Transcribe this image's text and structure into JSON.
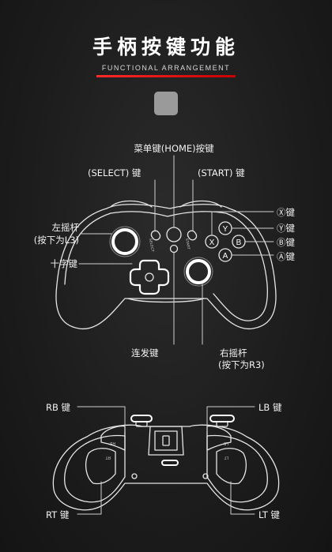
{
  "header": {
    "title": "手柄按键功能",
    "subtitle": "FUNCTIONAL ARRANGEMENT"
  },
  "colors": {
    "accent": "#e01010",
    "background": "#1e1e1e",
    "badge": "#9a9a9a"
  },
  "icons": {
    "badge_icon": "toggle-switch-icon"
  },
  "front_labels": {
    "home": "菜单键(HOME)按键",
    "select": "(SELECT) 键",
    "start": "(START) 键",
    "x": "Ⓧ键",
    "y": "Ⓨ键",
    "b": "Ⓑ键",
    "a": "Ⓐ键",
    "left_stick_line1": "左摇杆",
    "left_stick_line2": "(按下为L3)",
    "dpad": "十字键",
    "turbo": "连发键",
    "right_stick_line1": "右摇杆",
    "right_stick_line2": "(按下为R3)"
  },
  "face_buttons": {
    "x": "X",
    "y": "Y",
    "b": "B",
    "a": "A"
  },
  "printed_on_controller": {
    "select": "SELECT",
    "start": "START",
    "rb": "RB",
    "lb": "LB",
    "rt": "RT",
    "lt": "LT"
  },
  "top_labels": {
    "rb": "RB 键",
    "lb": "LB 键",
    "rt": "RT 键",
    "lt": "LT 键"
  }
}
